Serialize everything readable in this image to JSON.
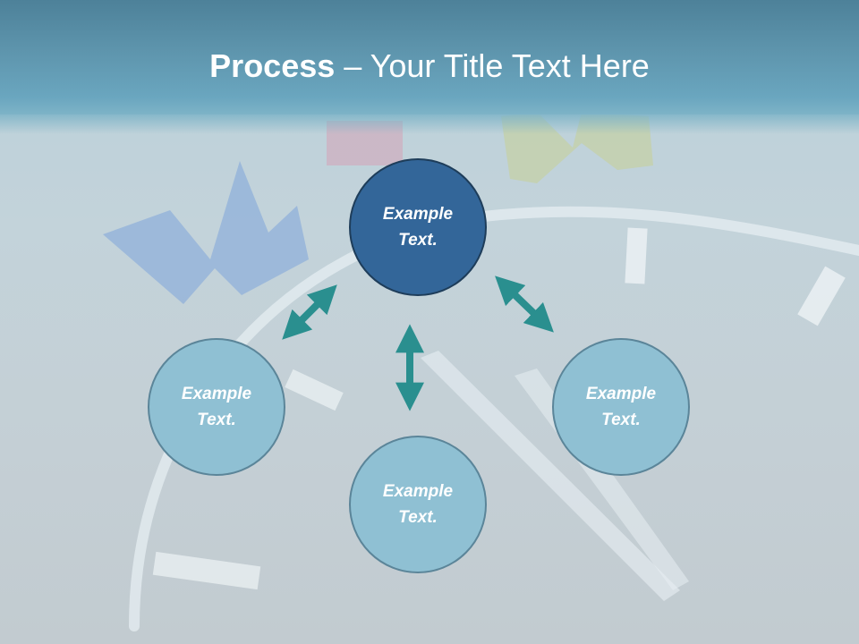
{
  "title": {
    "bold": "Process",
    "rest": " – Your Title Text Here"
  },
  "nodes": {
    "top": "Example Text.",
    "left": "Example Text.",
    "bottom": "Example Text.",
    "right": "Example Text."
  },
  "colors": {
    "title_bar": "#5e95ad",
    "center_node": "#336699",
    "outer_node": "#8fc0d3",
    "arrow": "#2a8f8f"
  }
}
